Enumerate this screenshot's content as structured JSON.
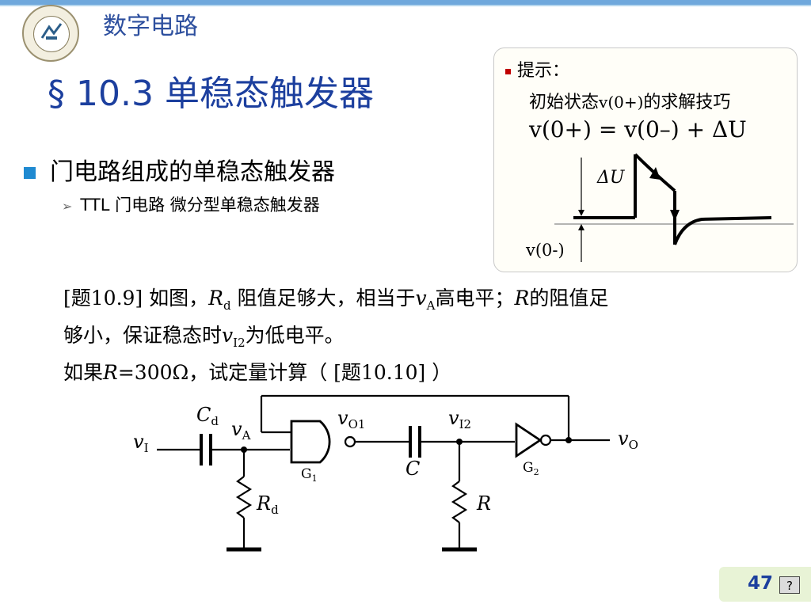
{
  "header": {
    "course": "数字电路"
  },
  "logo": {
    "icon": "university-seal-icon"
  },
  "title": "§ 10.3 单稳态触发器",
  "bullets": [
    {
      "text": "门电路组成的单稳态触发器"
    },
    {
      "text": "TTL 门电路 微分型单稳态触发器"
    }
  ],
  "hint": {
    "label": "提示：",
    "subtitle_pre": "初始状态",
    "subtitle_code": "v(0+)",
    "subtitle_post": "的求解技巧",
    "formula": "v(0+) = v(0–) + ΔU",
    "waveform": {
      "delta_label": "ΔU",
      "v0_label": "v(0-)"
    }
  },
  "problem": {
    "line1": {
      "a": "[题10.9] 如图，",
      "r": "R",
      "rsub": "d",
      "b": " 阻值足够大，相当于",
      "v": "v",
      "vsub": "A",
      "c": "高电平；",
      "r2": "R",
      "d": "的阻值足"
    },
    "line2": {
      "a": "够小，保证稳态时",
      "v": "v",
      "vsub": "I2",
      "b": "为低电平。"
    },
    "line3": {
      "a": "如果",
      "r": "R",
      "b": "=300Ω，试定量计算（ [题10.10] ）"
    }
  },
  "circuit": {
    "cd": "C",
    "cd_sub": "d",
    "vi": "v",
    "vi_sub": "I",
    "va": "v",
    "va_sub": "A",
    "vo1": "v",
    "vo1_sub": "O1",
    "vi2": "v",
    "vi2_sub": "I2",
    "vo": "v",
    "vo_sub": "O",
    "g1": "G",
    "g1_sub": "1",
    "g2": "G",
    "g2_sub": "2",
    "c": "C",
    "rd": "R",
    "rd_sub": "d",
    "r": "R"
  },
  "footer": {
    "page": "47",
    "help_icon": "?"
  },
  "colors": {
    "title": "#1c3f9e",
    "bullet": "#1f8ad1",
    "accent": "#c00000"
  }
}
